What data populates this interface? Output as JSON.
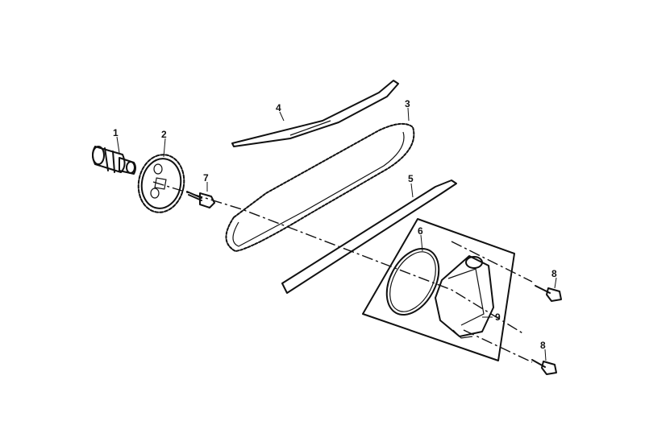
{
  "diagram": {
    "callouts": [
      {
        "id": "1",
        "label": "1"
      },
      {
        "id": "2",
        "label": "2"
      },
      {
        "id": "3",
        "label": "3"
      },
      {
        "id": "4",
        "label": "4"
      },
      {
        "id": "5",
        "label": "5"
      },
      {
        "id": "6",
        "label": "6"
      },
      {
        "id": "7",
        "label": "7"
      },
      {
        "id": "8a",
        "label": "8"
      },
      {
        "id": "8b",
        "label": "8"
      },
      {
        "id": "9",
        "label": "9"
      }
    ]
  }
}
